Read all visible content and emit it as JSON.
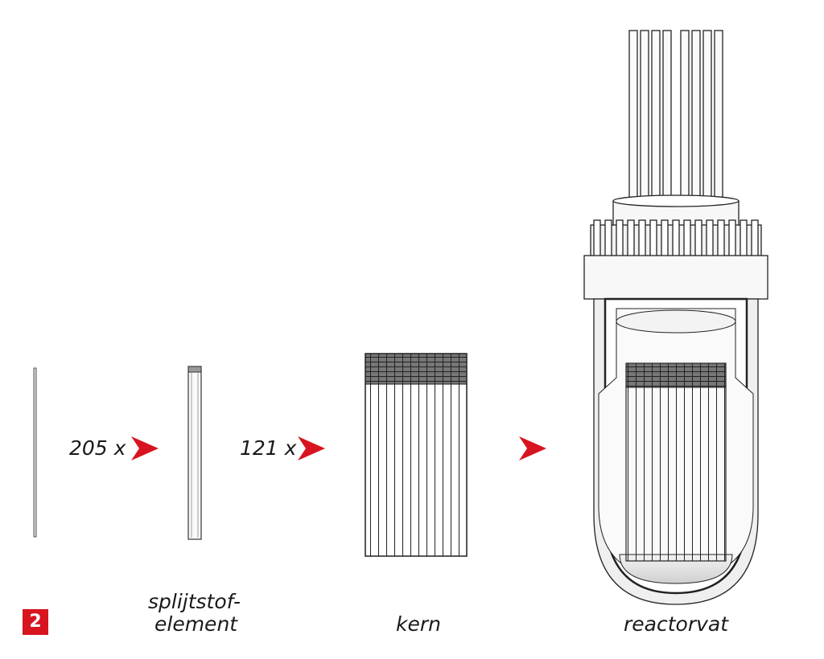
{
  "figure_number": "2",
  "steps": [
    {
      "multiplier": "205 x"
    },
    {
      "multiplier": "121 x"
    }
  ],
  "labels": {
    "element_line1": "splijtstof-",
    "element_line2": "element",
    "core": "kern",
    "vessel": "reactorvat"
  },
  "colors": {
    "accent": "#d7141f",
    "line": "#222222",
    "shade": "#cfcfcf"
  }
}
